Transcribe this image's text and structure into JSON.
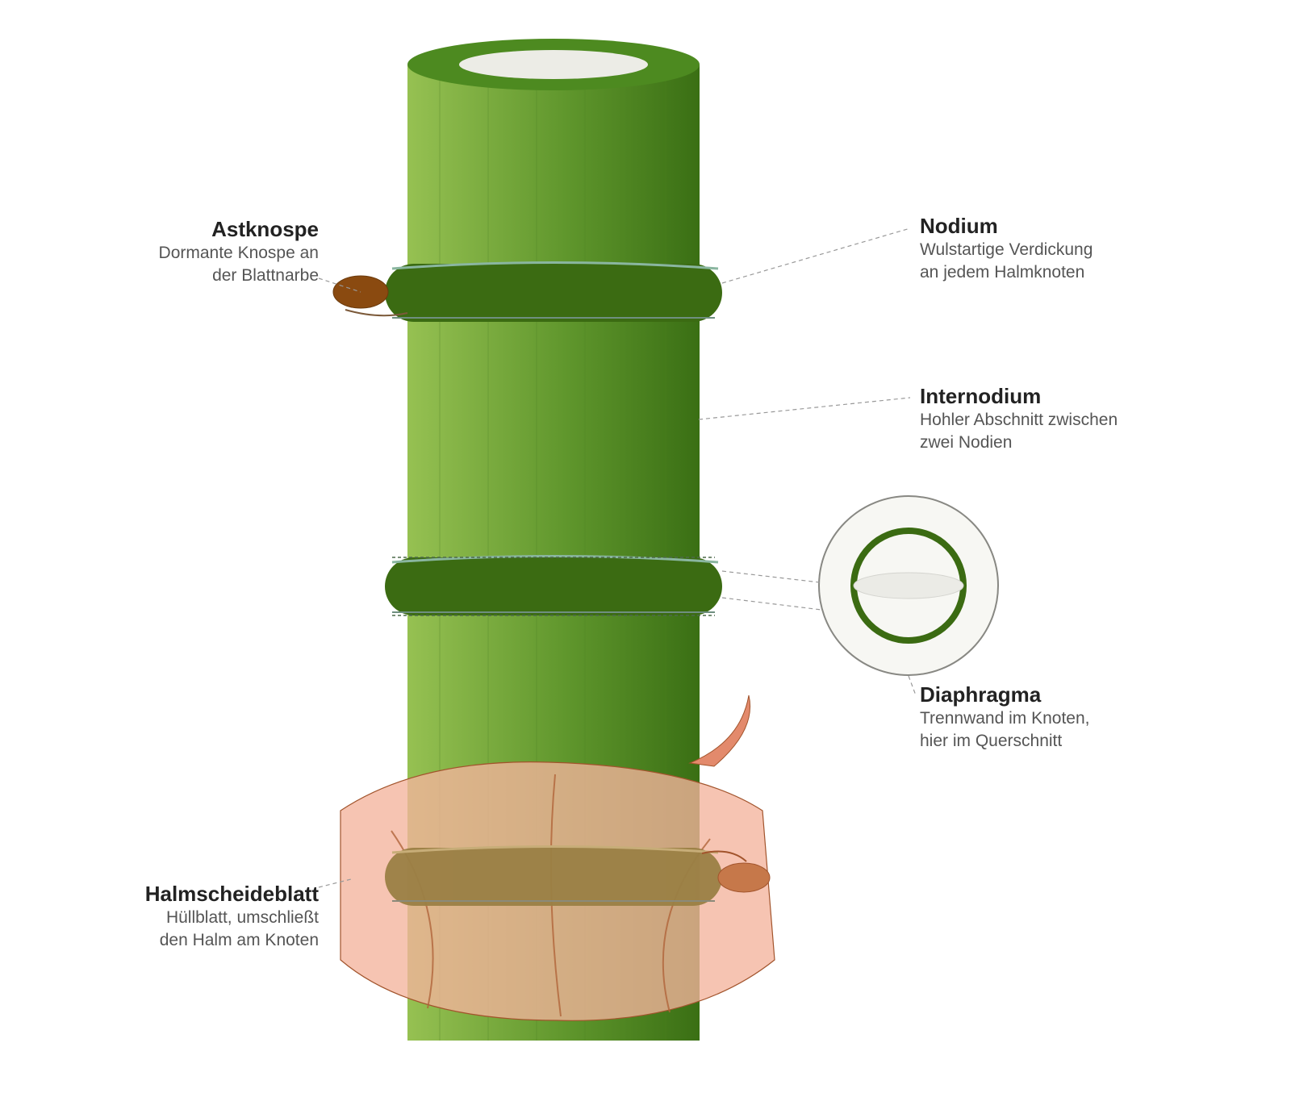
{
  "labels": {
    "astknospe": {
      "title": "Astknospe",
      "line1": "Dormante Knospe an",
      "line2": "der Blattnarbe"
    },
    "nodium": {
      "title": "Nodium",
      "line1": "Wulstartige Verdickung",
      "line2": "an jedem Halmknoten"
    },
    "internodium": {
      "title": "Internodium",
      "line1": "Hohler Abschnitt zwischen",
      "line2": "zwei Nodien"
    },
    "diaphragma": {
      "title": "Diaphragma",
      "line1": "Trennwand im Knoten,",
      "line2": "hier im Querschnitt"
    },
    "halmscheideblatt": {
      "title": "Halmscheideblatt",
      "line1": "Hüllblatt, umschließt",
      "line2": "den Halm am Knoten"
    }
  },
  "colors": {
    "culm_light": "#96c152",
    "culm_dark": "#3a6f14",
    "node": "#3b6b12",
    "bud": "#8a4a10",
    "sheath": "#f3b49c",
    "sheath_edge": "#a2542c",
    "diaphragm": "#ebebe6",
    "leader": "#999999"
  },
  "icons": {
    "bud": "bud-shape",
    "sheath": "culm-sheath-shape",
    "cross_section": "cross-section-circle"
  }
}
